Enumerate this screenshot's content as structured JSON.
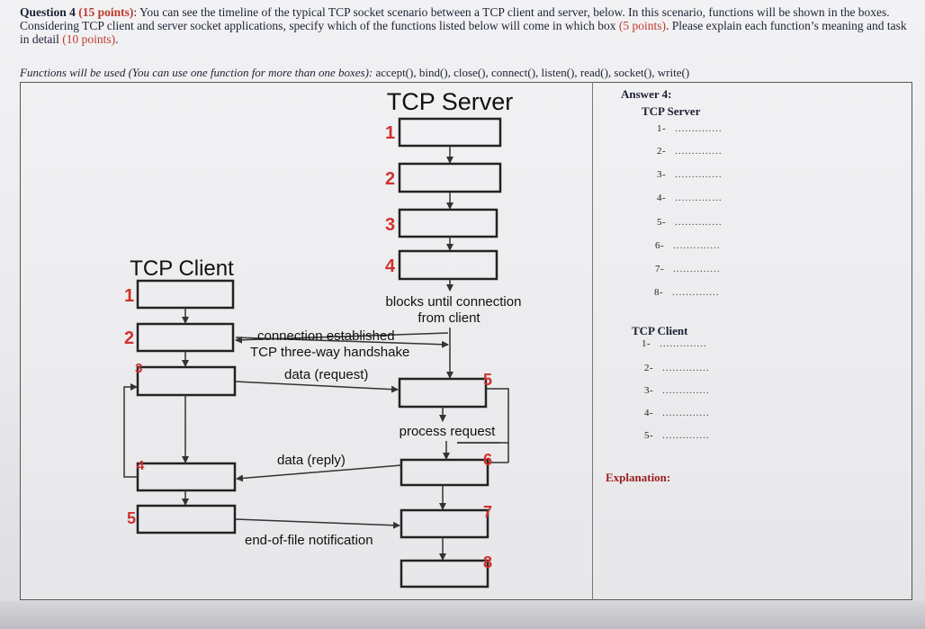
{
  "question": {
    "label": "Question 4",
    "points": "(15 points)",
    "text_a": ": You can see the timeline of the typical TCP socket scenario between a TCP client and server, below. In this scenario, functions will be shown in the boxes. Considering TCP client and server socket applications, specify which of the functions listed below will come in which box ",
    "points_sub1": "(5 points)",
    "text_b": ". Please explain each function’s meaning and task in detail ",
    "points_sub2": "(10 points)",
    "text_c": "."
  },
  "functions": {
    "intro": "Functions will be used (You can use one function for more than one boxes):",
    "list": " accept(), bind(), close(), connect(), listen(), read(), socket(), write()"
  },
  "diagram": {
    "server_title": "TCP Server",
    "client_title": "TCP Client",
    "server_numbers": [
      "1",
      "2",
      "3",
      "4"
    ],
    "server_lower_numbers": [
      "5",
      "6",
      "7",
      "8"
    ],
    "client_numbers": [
      "1",
      "2",
      "3",
      "4",
      "5"
    ],
    "labels": {
      "blocks": "blocks until connection",
      "from_client": "from client",
      "conn_established": "connection established",
      "handshake": "TCP three-way handshake",
      "data_request": "data (request)",
      "process_request": "process request",
      "data_reply": "data (reply)",
      "eof": "end-of-file notification"
    }
  },
  "answer": {
    "title": "Answer 4:",
    "server_label": "TCP Server",
    "server_items": [
      "1-",
      "2-",
      "3-",
      "4-",
      "5-",
      "6-",
      "7-",
      "8-"
    ],
    "client_label": "TCP Client",
    "client_items": [
      "1-",
      "2-",
      "3-",
      "4-",
      "5-"
    ],
    "dots": "..............",
    "explanation": "Explanation:"
  }
}
